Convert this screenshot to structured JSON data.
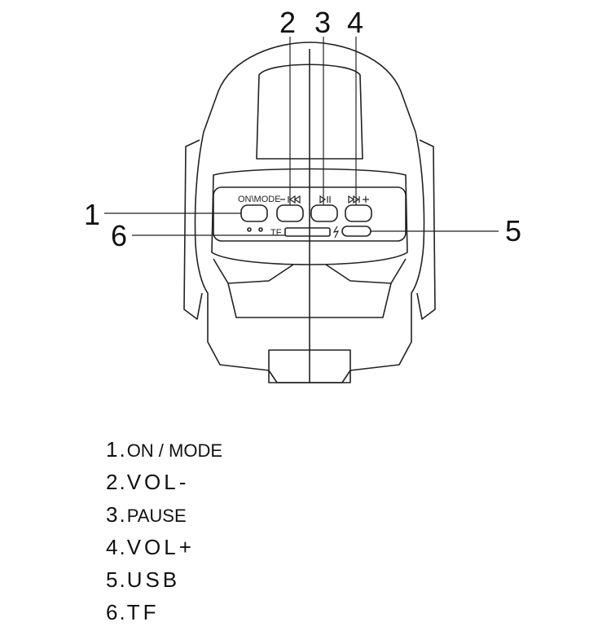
{
  "callouts": {
    "c1": "1",
    "c2": "2",
    "c3": "3",
    "c4": "4",
    "c5": "5",
    "c6": "6"
  },
  "panel": {
    "on_mode_label": "ON\\MODE",
    "tf_label": "TF"
  },
  "legend": [
    {
      "number": "1.",
      "text": "ON / MODE"
    },
    {
      "number": "2.",
      "text": "VOL-"
    },
    {
      "number": "3.",
      "text": "PAUSE"
    },
    {
      "number": "4.",
      "text": "VOL+"
    },
    {
      "number": "5.",
      "text": "USB"
    },
    {
      "number": "6.",
      "text": "TF"
    }
  ],
  "icons": {
    "vol_minus": "minus-prev-icon",
    "pause": "play-pause-icon",
    "vol_plus": "next-plus-icon",
    "usb": "lightning-icon"
  }
}
